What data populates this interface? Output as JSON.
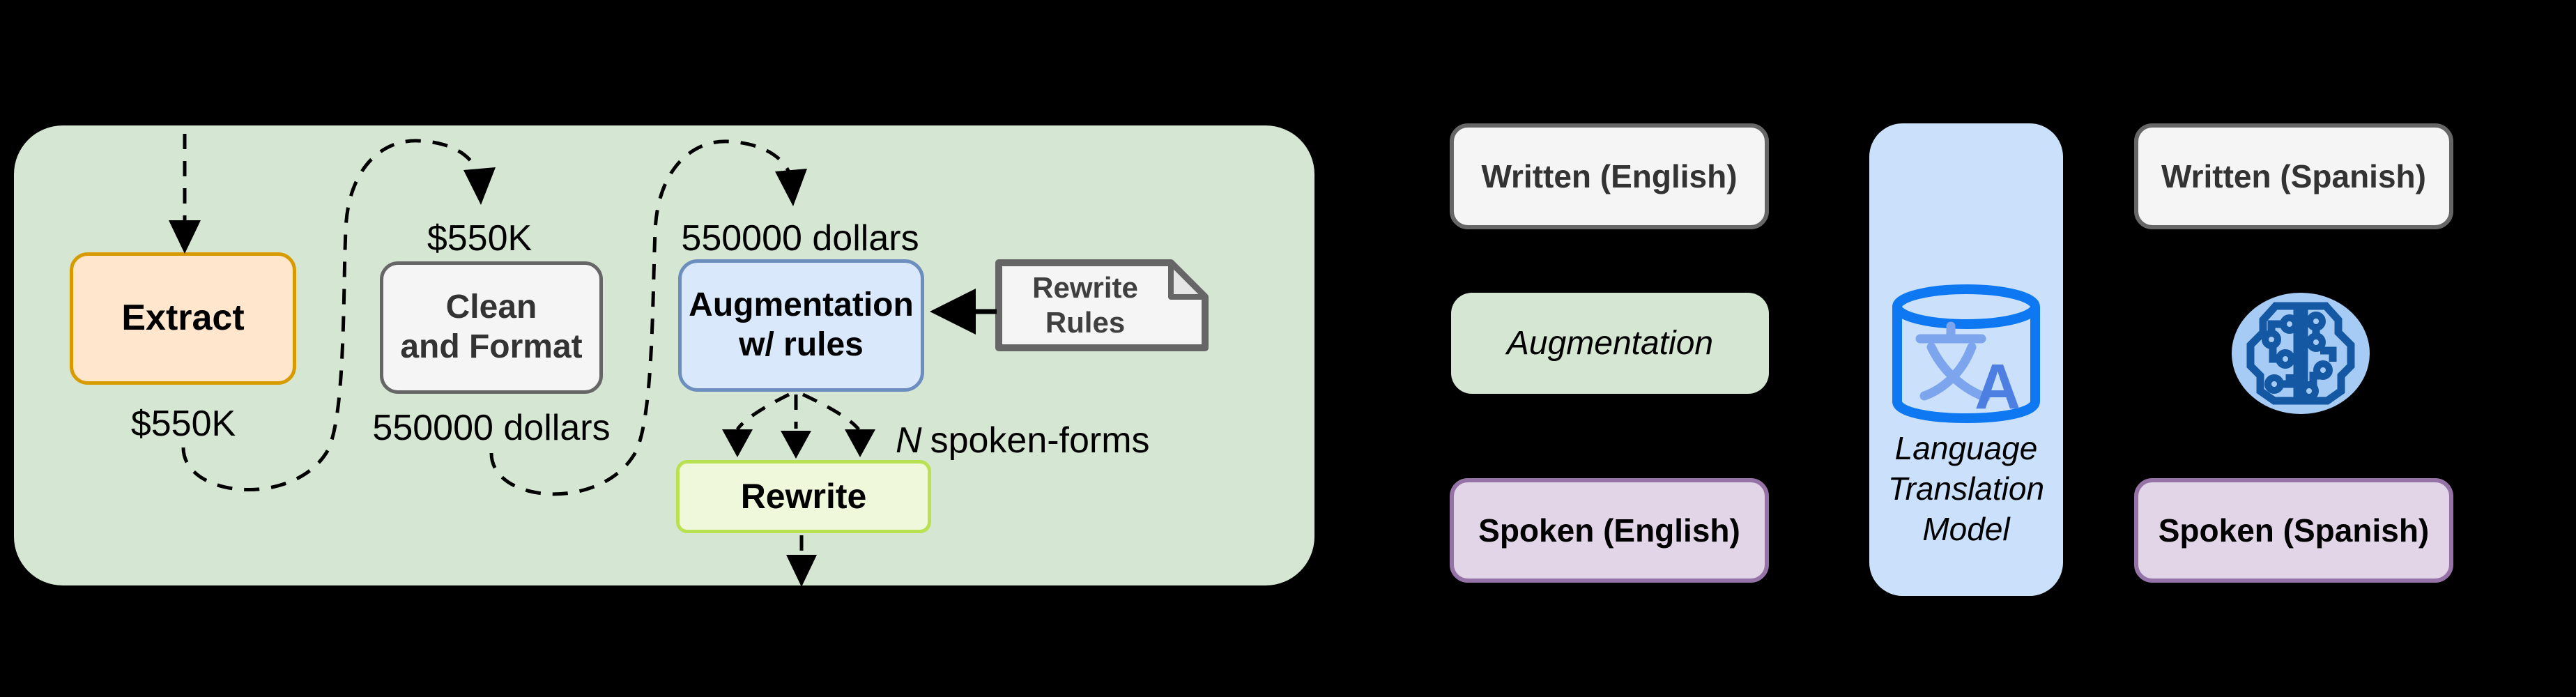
{
  "pipeline_panel": {
    "nodes": {
      "extract": {
        "label": "Extract"
      },
      "clean_format": {
        "line1": "Clean",
        "line2": "and Format"
      },
      "augmentation_rules": {
        "line1": "Augmentation",
        "line2": "w/ rules"
      },
      "rewrite_rules": {
        "line1": "Rewrite",
        "line2": "Rules"
      },
      "rewrite": {
        "label": "Rewrite"
      }
    },
    "annotations": {
      "extract_output": "$550K",
      "clean_input": "$550K",
      "clean_output": "550000 dollars",
      "augmentation_input": "550000 dollars",
      "spoken_forms_n": "N",
      "spoken_forms_rest": "spoken-forms"
    }
  },
  "translation_flow": {
    "english_column": {
      "written": "Written (English)",
      "augmentation": "Augmentation",
      "spoken": "Spoken (English)"
    },
    "model": {
      "line1": "Language",
      "line2": "Translation",
      "line3": "Model",
      "icon": "translation-cylinder-icon",
      "icon_glyph": "A"
    },
    "spanish_column": {
      "written": "Written (Spanish)",
      "spoken": "Spoken (Spanish)",
      "icon": "circuit-brain-icon"
    }
  },
  "colors": {
    "background": "#000000",
    "panel_green": "#D5E6D3",
    "extract_fill": "#FFE6CC",
    "extract_border": "#D79B00",
    "neutral_fill": "#F5F5F5",
    "neutral_border": "#666666",
    "blue_fill": "#DAE8FC",
    "blue_border": "#6C8EBF",
    "rewrite_fill": "#F0F8DC",
    "rewrite_border": "#B9E152",
    "purple_fill": "#E1D5E7",
    "purple_border": "#9673A6",
    "ltm_fill": "#CBE1FB",
    "translate_icon_blue": "#0D78F2",
    "brain_glyph_blue": "#1458A3",
    "brain_bg_blue": "#A6CCF5",
    "arrow_black": "#000000"
  }
}
